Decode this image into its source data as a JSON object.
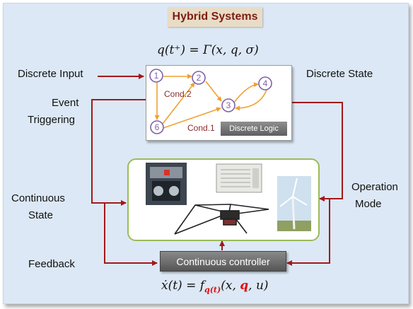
{
  "title": "Hybrid Systems",
  "equations": {
    "reset": "q(t⁺) = Γ(x, q, σ)",
    "flow_prefix": "ẋ(t) = f",
    "flow_sub": "q(t)",
    "flow_args_a": "(x, ",
    "flow_q": "q",
    "flow_args_b": ", u)"
  },
  "labels": {
    "discrete_input": "Discrete Input",
    "discrete_state": "Discrete State",
    "event": "Event",
    "triggering": "Triggering",
    "continuous": "Continuous",
    "state": "State",
    "operation": "Operation",
    "mode": "Mode",
    "feedback": "Feedback"
  },
  "discrete_logic": {
    "nodes": [
      "1",
      "2",
      "3",
      "4",
      "6"
    ],
    "cond1": "Cond.1",
    "cond2": "Cond.2",
    "tag": "Discrete Logic"
  },
  "controller": {
    "label": "Continuous controller"
  },
  "images": [
    "engine-image",
    "air-conditioner-image",
    "parallel-robot-image",
    "wind-turbine-image"
  ],
  "colors": {
    "wire": "#a3181c",
    "node": "#7e62a8",
    "arrow": "#f0a030",
    "cond_text": "#8b2b2b",
    "title_text": "#7b1e14",
    "highlight_q": "#e01010",
    "panel": "#dce8f5",
    "continuous_border": "#9bbb59"
  }
}
